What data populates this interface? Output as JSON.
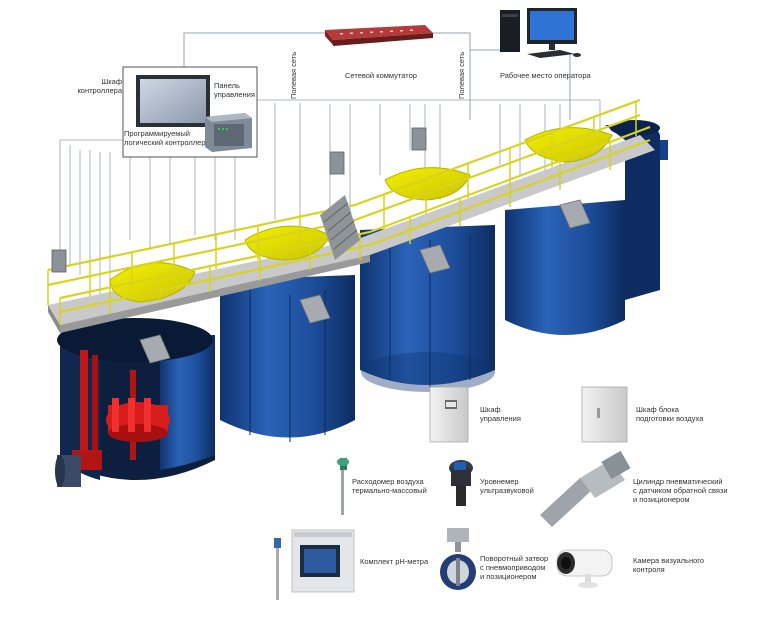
{
  "labels": {
    "cabinet_controller": "Шкаф\nконтроллера",
    "control_panel": "Панель\nуправления",
    "plc": "Программируемый\nлогический контроллер",
    "network_switch": "Сетевой коммутатор",
    "operator_station": "Рабочее место оператора",
    "field_network_left": "Полевая сеть",
    "field_network_right": "Полевая сеть"
  },
  "legend": [
    {
      "name": "control-cabinet",
      "text": "Шкаф\nуправления"
    },
    {
      "name": "air-prep-cabinet",
      "text": "Шкаф блока\nподготовки воздуха"
    },
    {
      "name": "air-flowmeter",
      "text": "Расходомер воздуха\nтермально-массовый"
    },
    {
      "name": "level-gauge",
      "text": "Уровнемер\nультразвуковой"
    },
    {
      "name": "pneumatic-cylinder",
      "text": "Цилиндр пневматический\nс датчиком обратной связи\nи позиционером"
    },
    {
      "name": "ph-meter",
      "text": "Комплект pH-метра"
    },
    {
      "name": "butterfly-valve",
      "text": "Поворотный затвор\nс пневмоприводом\nи позиционером"
    },
    {
      "name": "camera",
      "text": "Камера визуального\nконтроля"
    }
  ],
  "colors": {
    "tank_blue": "#1e4f9c",
    "tank_dark": "#143a78",
    "platform_yellow": "#e8e200",
    "railing_yellow": "#d9d320",
    "impeller_red": "#d81c1c",
    "lines": "#9aa3ad"
  }
}
